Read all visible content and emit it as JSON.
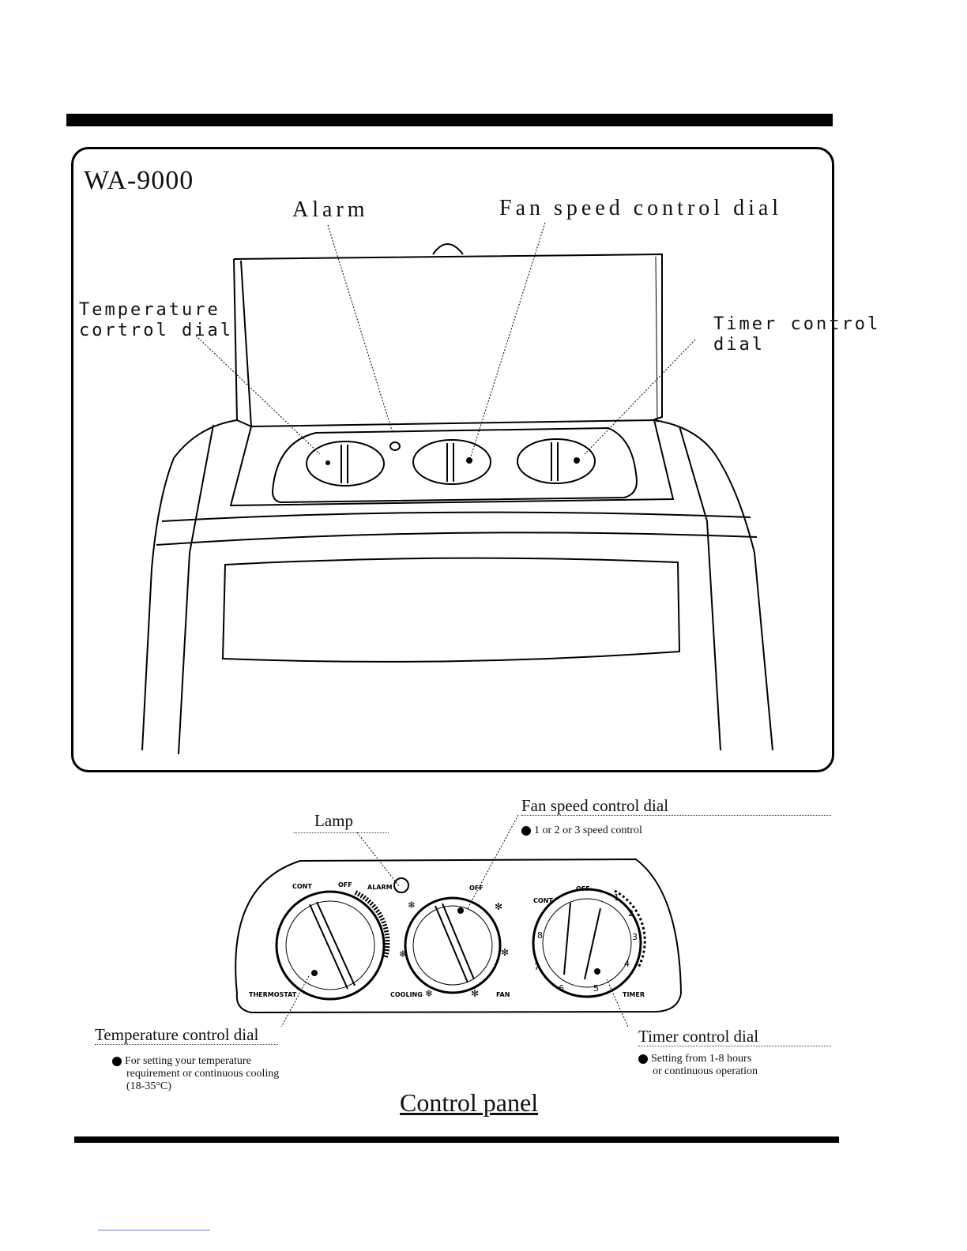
{
  "figure": {
    "model": "WA-9000",
    "callouts": {
      "alarm": "Alarm",
      "fan_speed": "Fan speed control dial",
      "temperature_line1": "Temperature",
      "temperature_line2": "cortrol dial",
      "timer_line1": "Timer control",
      "timer_line2": "dial"
    }
  },
  "panel": {
    "lamp": "Lamp",
    "fan_speed_title": "Fan speed control dial",
    "fan_speed_note": "1 or 2 or 3 speed control",
    "temperature_title": "Temperature control dial",
    "temperature_note_1": "For setting your temperature",
    "temperature_note_2": "requirement or continuous cooling",
    "temperature_note_3": "(18-35°C)",
    "timer_title": "Timer control dial",
    "timer_note_1": "Setting from 1-8 hours",
    "timer_note_2": "or continuous operation",
    "dial_text": {
      "cont_left": "CONT",
      "off_left": "OFF",
      "alarm": "ALARM",
      "off_mid": "OFF",
      "cont_right": "CONT",
      "off_right": "OFF",
      "thermostat": "THERMOSTAT",
      "cooling": "COOLING",
      "fan": "FAN",
      "timer": "TIMER",
      "n8": "8",
      "n7": "7",
      "n6": "6",
      "n5": "5",
      "n4": "4",
      "n3": "3",
      "n2": "2",
      "n1": "1"
    },
    "caption": "Control panel"
  }
}
